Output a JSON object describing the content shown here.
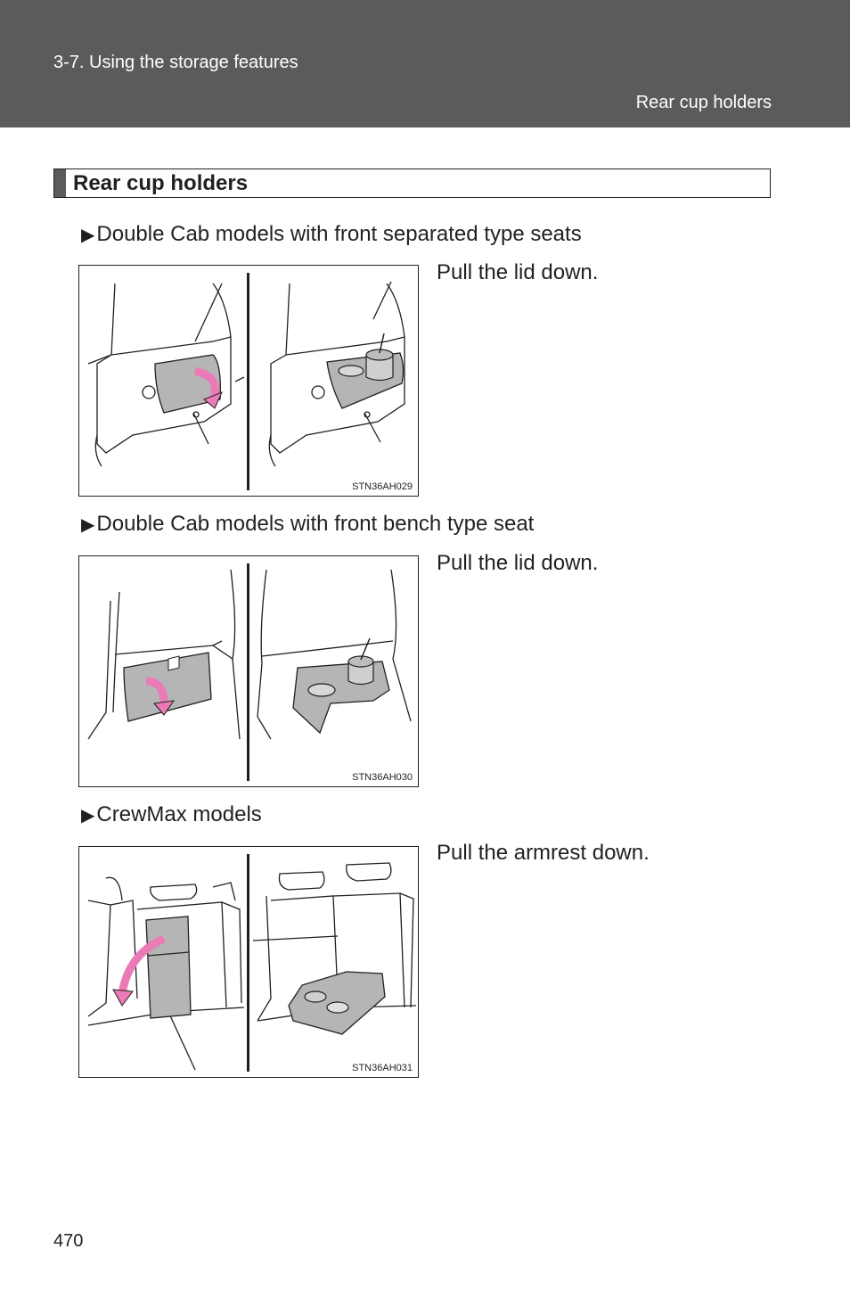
{
  "header": {
    "chapter": "3-7. Using the storage features",
    "section": "Rear cup holders"
  },
  "section_title": "Rear cup holders",
  "items": [
    {
      "label": "Double Cab models with front separated type seats",
      "instruction": "Pull the lid down.",
      "figure_code": "STN36AH029"
    },
    {
      "label": "Double Cab models with front bench type seat",
      "instruction": "Pull the lid down.",
      "figure_code": "STN36AH030"
    },
    {
      "label": "CrewMax models",
      "instruction": "Pull the armrest down.",
      "figure_code": "STN36AH031"
    }
  ],
  "page_number": "470",
  "colors": {
    "header_bg": "#5a5b5d",
    "arrow_pink": "#ea7bb6",
    "part_gray": "#b5b5b5"
  }
}
